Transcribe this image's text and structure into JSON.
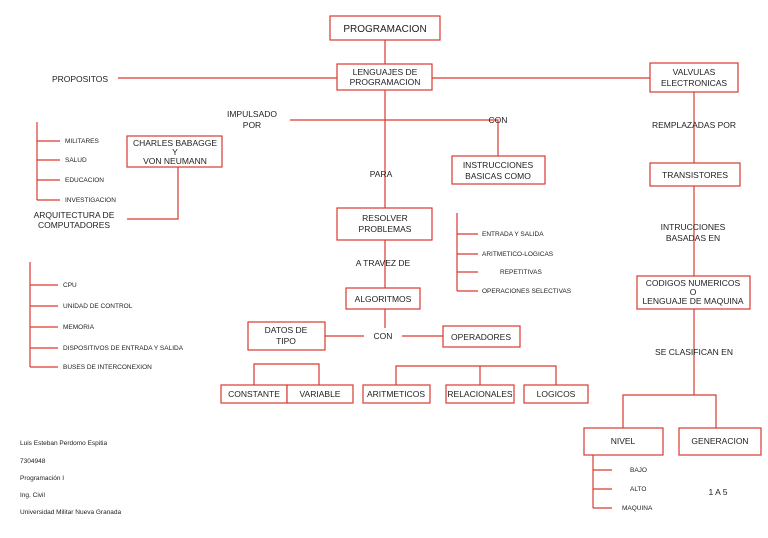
{
  "nodes": {
    "programacion": "PROGRAMACION",
    "lenguajes": [
      "LENGUAJES DE",
      "PROGRAMACION"
    ],
    "propositos": "PROPOSITOS",
    "valvulas": [
      "VALVULAS",
      "ELECTRONICAS"
    ],
    "impulsado": [
      "IMPULSADO",
      "POR"
    ],
    "con_top": "CON",
    "babbage": [
      "CHARLES BABAGGE",
      "Y",
      "VON NEUMANN"
    ],
    "para": "PARA",
    "instrucciones": [
      "INSTRUCCIONES",
      "BASICAS COMO"
    ],
    "resolver": [
      "RESOLVER",
      "PROBLEMAS"
    ],
    "atravez": "A TRAVEZ DE",
    "algoritmos": "ALGORITMOS",
    "datos": [
      "DATOS DE",
      "TIPO"
    ],
    "con_mid": "CON",
    "operadores": "OPERADORES",
    "constante": "CONSTANTE",
    "variable": "VARIABLE",
    "aritmeticos": "ARITMETICOS",
    "relacionales": "RELACIONALES",
    "logicos": "LOGICOS",
    "arquitectura": [
      "ARQUITECTURA DE",
      "COMPUTADORES"
    ],
    "reemplazadas": "REMPLAZADAS POR",
    "transistores": "TRANSISTORES",
    "intrucciones": [
      "INTRUCCIONES",
      "BASADAS EN"
    ],
    "codigos": [
      "CODIGOS NUMERICOS",
      "O",
      "LENGUAJE DE MAQUINA"
    ],
    "clasifican": "SE CLASIFICAN EN",
    "nivel": "NIVEL",
    "generacion": "GENERACION",
    "uno_a_cinco": "1 A 5"
  },
  "propositos_items": [
    "MILITARES",
    "SALUD",
    "EDUCACION",
    "INVESTIGACION"
  ],
  "arquitectura_items": [
    "CPU",
    "UNIDAD DE CONTROL",
    "MEMORIA",
    "DISPOSITIVOS DE ENTRADA Y SALIDA",
    "BUSES DE INTERCONEXION"
  ],
  "instrucciones_items": [
    "ENTRADA Y SALIDA",
    "ARITMETICO-LOGICAS",
    "REPETITIVAS",
    "OPERACIONES SELECTIVAS"
  ],
  "nivel_items": [
    "BAJO",
    "ALTO",
    "MAQUINA"
  ],
  "footer": {
    "author": "Luis Esteban Perdomo Espitia",
    "code": "7304948",
    "course": "Programación I",
    "program": "Ing. Civil",
    "university": "Universidad Militar Nueva Granada"
  },
  "colors": {
    "line": "#d93a2e",
    "text": "#222222"
  }
}
